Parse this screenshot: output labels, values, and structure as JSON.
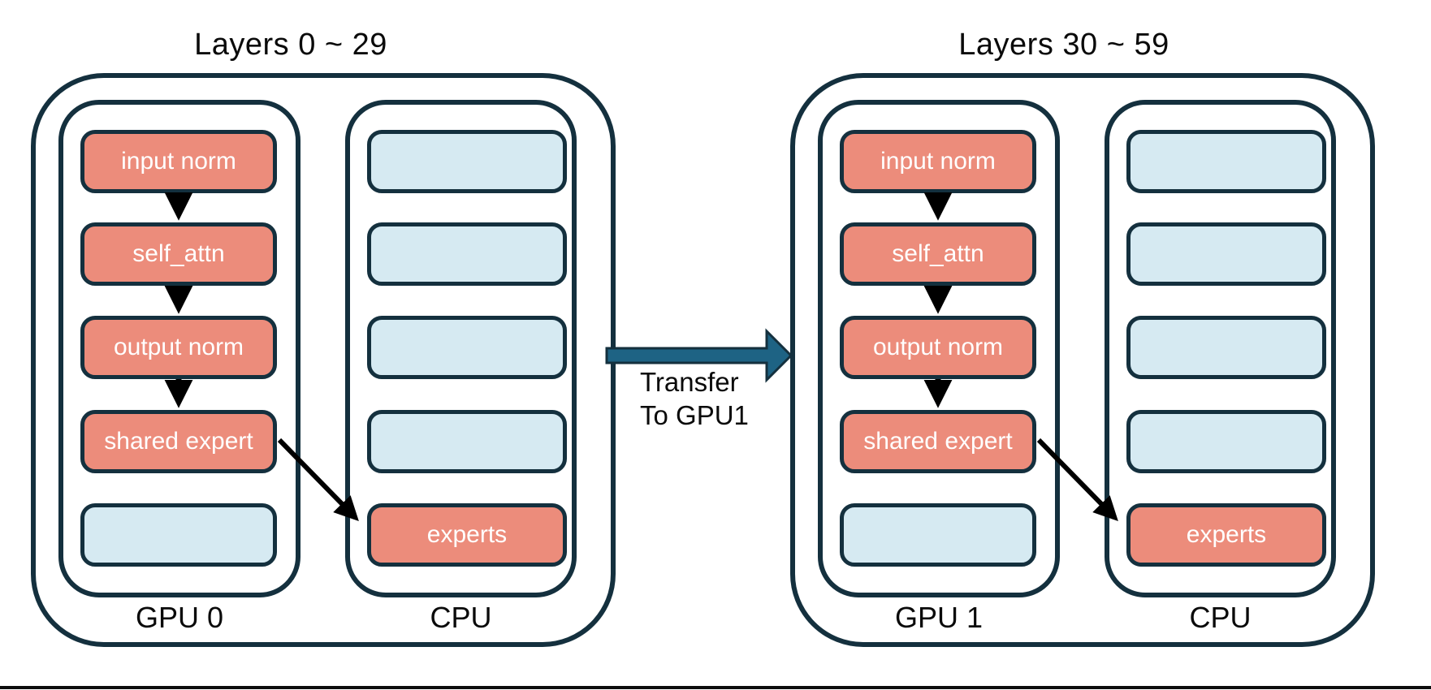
{
  "diagram": {
    "description_colors": {
      "module_fill": "#EC8C7B",
      "empty_fill": "#D6EAF2",
      "container_border": "#14303E",
      "transfer_arrow_fill": "#1E6384",
      "flow_arrow": "#000000",
      "text": "#0a0a0a",
      "module_text": "#ffffff"
    },
    "transfer": {
      "label_line1": "Transfer",
      "label_line2": "To GPU1"
    },
    "groups": [
      {
        "title": "Layers 0 ~ 29",
        "gpu": {
          "label": "GPU 0",
          "boxes": [
            {
              "label": "input norm",
              "type": "module"
            },
            {
              "label": "self_attn",
              "type": "module"
            },
            {
              "label": "output norm",
              "type": "module"
            },
            {
              "label": "shared expert",
              "type": "module"
            },
            {
              "label": "",
              "type": "empty"
            }
          ]
        },
        "cpu": {
          "label": "CPU",
          "boxes": [
            {
              "label": "",
              "type": "empty"
            },
            {
              "label": "",
              "type": "empty"
            },
            {
              "label": "",
              "type": "empty"
            },
            {
              "label": "",
              "type": "empty"
            },
            {
              "label": "experts",
              "type": "module"
            }
          ]
        }
      },
      {
        "title": "Layers 30 ~ 59",
        "gpu": {
          "label": "GPU 1",
          "boxes": [
            {
              "label": "input norm",
              "type": "module"
            },
            {
              "label": "self_attn",
              "type": "module"
            },
            {
              "label": "output norm",
              "type": "module"
            },
            {
              "label": "shared expert",
              "type": "module"
            },
            {
              "label": "",
              "type": "empty"
            }
          ]
        },
        "cpu": {
          "label": "CPU",
          "boxes": [
            {
              "label": "",
              "type": "empty"
            },
            {
              "label": "",
              "type": "empty"
            },
            {
              "label": "",
              "type": "empty"
            },
            {
              "label": "",
              "type": "empty"
            },
            {
              "label": "experts",
              "type": "module"
            }
          ]
        }
      }
    ]
  }
}
